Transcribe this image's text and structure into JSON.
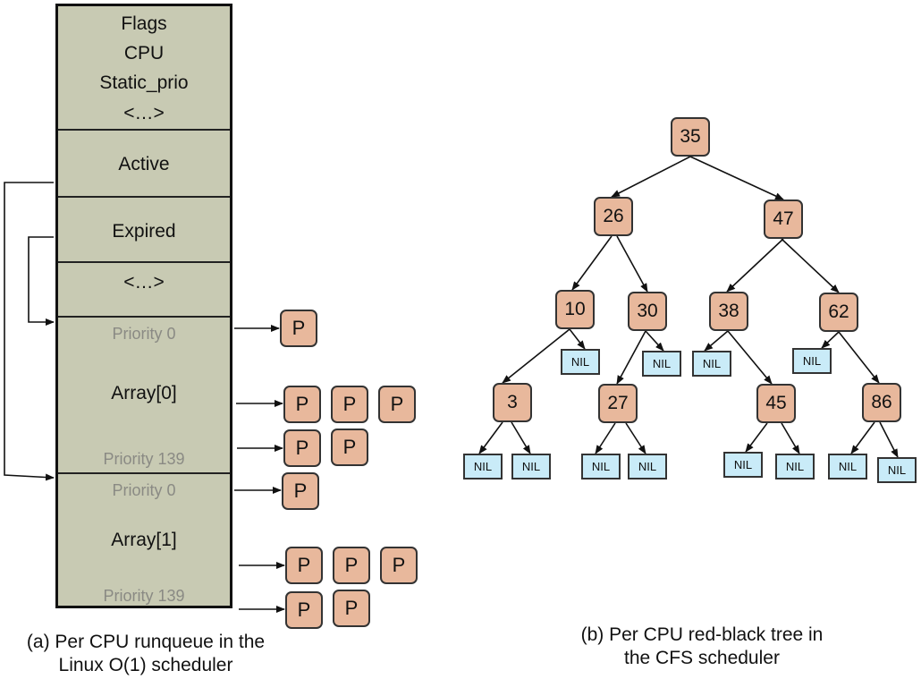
{
  "runqueue": {
    "header_fields": [
      "Flags",
      "CPU",
      "Static_prio",
      "<…>"
    ],
    "active_label": "Active",
    "expired_label": "Expired",
    "ellipsis_label": "<…>",
    "arrays": [
      {
        "name": "Array[0]",
        "first_priority": "Priority 0",
        "last_priority": "Priority 139"
      },
      {
        "name": "Array[1]",
        "first_priority": "Priority 0",
        "last_priority": "Priority 139"
      }
    ],
    "process_label": "P",
    "process_queues": [
      {
        "array": 0,
        "row": "priority-0",
        "count": 1
      },
      {
        "array": 0,
        "row": "upper",
        "count": 3
      },
      {
        "array": 0,
        "row": "priority-139",
        "count": 2
      },
      {
        "array": 1,
        "row": "priority-0",
        "count": 1
      },
      {
        "array": 1,
        "row": "upper",
        "count": 3
      },
      {
        "array": 1,
        "row": "priority-139",
        "count": 2
      }
    ],
    "caption_line1": "(a)  Per CPU runqueue in the",
    "caption_line2": "Linux O(1) scheduler"
  },
  "rbtree": {
    "nil_label": "NIL",
    "nodes": [
      {
        "id": "n35",
        "key": "35",
        "left": "n26",
        "right": "n47"
      },
      {
        "id": "n26",
        "key": "26",
        "left": "n10",
        "right": "n30"
      },
      {
        "id": "n47",
        "key": "47",
        "left": "n38",
        "right": "n62"
      },
      {
        "id": "n10",
        "key": "10",
        "left": "n3",
        "right": "NIL"
      },
      {
        "id": "n30",
        "key": "30",
        "left": "n27",
        "right": "NIL"
      },
      {
        "id": "n38",
        "key": "38",
        "left": "NIL",
        "right": "n45"
      },
      {
        "id": "n62",
        "key": "62",
        "left": "NIL",
        "right": "n86"
      },
      {
        "id": "n3",
        "key": "3",
        "left": "NIL",
        "right": "NIL"
      },
      {
        "id": "n27",
        "key": "27",
        "left": "NIL",
        "right": "NIL"
      },
      {
        "id": "n45",
        "key": "45",
        "left": "NIL",
        "right": "NIL"
      },
      {
        "id": "n86",
        "key": "86",
        "left": "NIL",
        "right": "NIL"
      }
    ],
    "caption_line1": "(b) Per CPU red-black tree in",
    "caption_line2": "the CFS scheduler"
  },
  "colors": {
    "runqueue_fill": "#c8cab3",
    "process_fill": "#e8b89c",
    "nil_fill": "#c9ebf8",
    "priority_text": "#8a8a84"
  }
}
